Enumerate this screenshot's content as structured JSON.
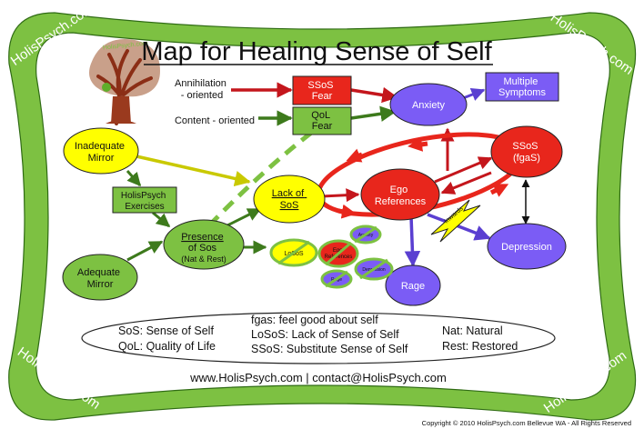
{
  "brand": "HolisPsych.com",
  "logo_text": "HolisPsych.com",
  "title": "Map for Healing Sense of Self",
  "inputs": {
    "annihilation": [
      "Annihilation",
      "- oriented"
    ],
    "content": "Content - oriented"
  },
  "nodes": {
    "ssos_fear": [
      "SSoS",
      "Fear"
    ],
    "qol_fear": [
      "QoL",
      "Fear"
    ],
    "anxiety": "Anxiety",
    "multiple_symptoms": [
      "Multiple",
      "Symptoms"
    ],
    "inadequate_mirror": [
      "Inadequate",
      "Mirror"
    ],
    "holispsych_exercises": [
      "HolisPsych",
      "Exercises"
    ],
    "lack_of_sos": [
      "Lack of",
      "SoS"
    ],
    "ego_references": [
      "Ego",
      "References"
    ],
    "ssos_fgas": [
      "SSoS",
      "(fgaS)"
    ],
    "presence_of_sos": [
      "Presence",
      "of Sos",
      "(Nat & Rest)"
    ],
    "adequate_mirror": [
      "Adequate",
      "Mirror"
    ],
    "depression": "Depression",
    "rage": "Rage",
    "inwards": "Inwards"
  },
  "crossed_out": {
    "losos": "LoSoS",
    "ego_refs": [
      "Ego",
      "References"
    ],
    "anxiety": "Anxiety",
    "rage": "Rage",
    "depression": "Depression"
  },
  "legend": {
    "col1": [
      "SoS: Sense of Self",
      "QoL: Quality of Life"
    ],
    "col2": [
      "fgas: feel good about self",
      "LoSoS: Lack of Sense of Self",
      "SSoS: Substitute Sense of Self"
    ],
    "col3": [
      "Nat: Natural",
      "Rest: Restored"
    ]
  },
  "footer_links": "www.HolisPsych.com | contact@HolisPsych.com",
  "copyright": "Copyright © 2010 HolisPsych.com Bellevue WA - All Rights Reserved",
  "colors": {
    "frame": "#7dc142",
    "yellow": "#ffff00",
    "red": "#e8261c",
    "green": "#7dc142",
    "purple": "#7b5cf5",
    "dark_green": "#3d7a1c"
  }
}
